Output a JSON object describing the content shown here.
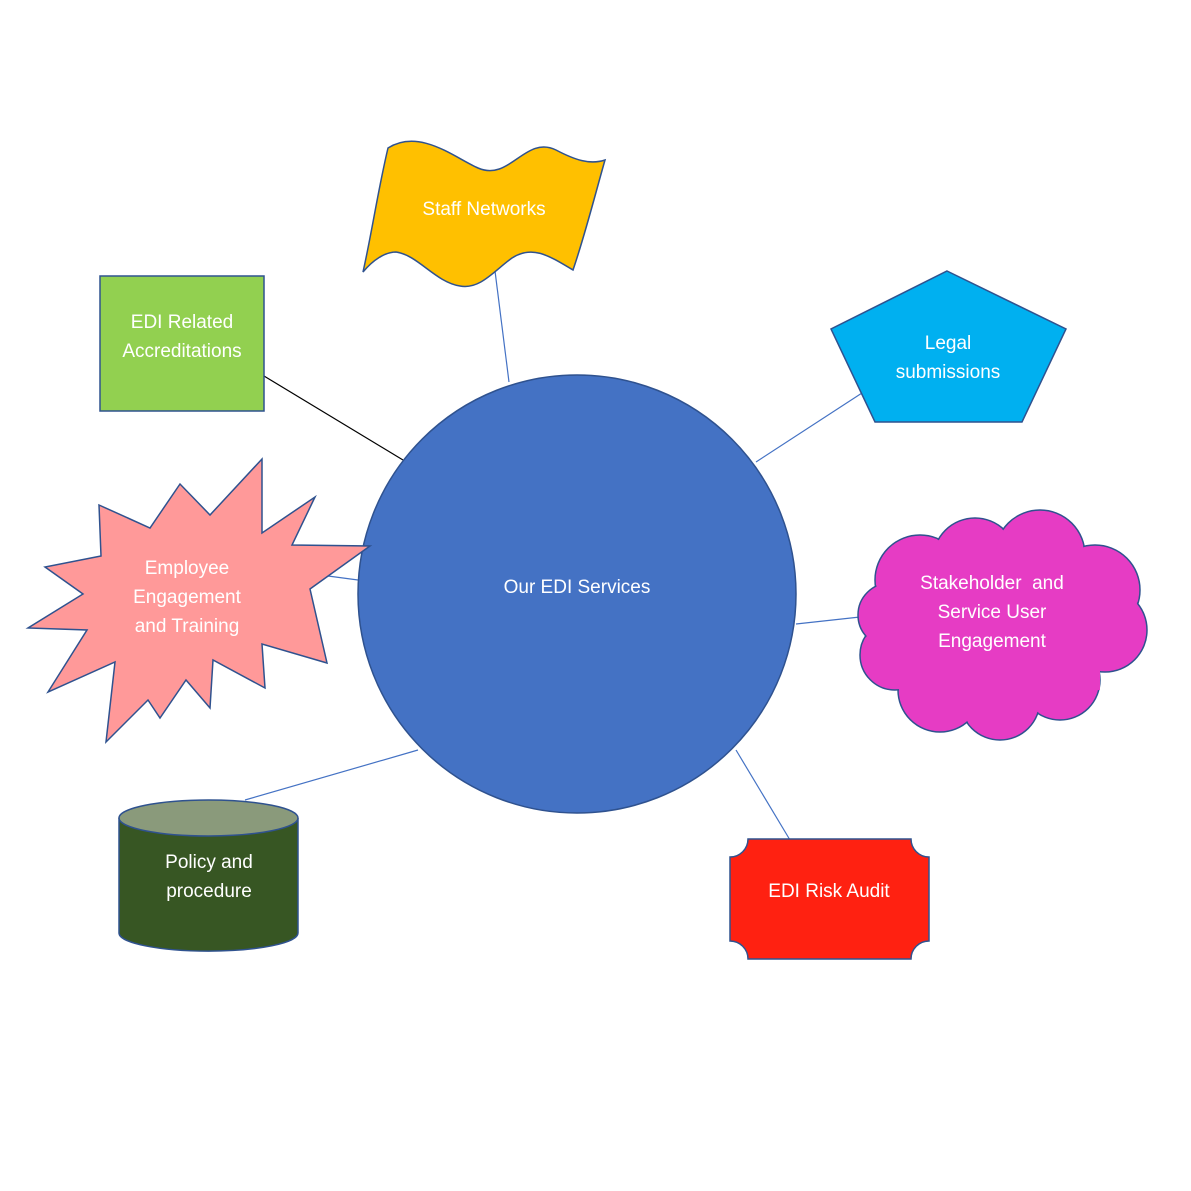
{
  "center": {
    "label": "Our EDI Services",
    "fill": "#4472C4",
    "stroke": "#2F528F"
  },
  "nodes": {
    "staff_networks": {
      "lines": [
        "Staff Networks"
      ],
      "fill": "#FFC000",
      "stroke": "#2F528F"
    },
    "edi_accreditations": {
      "lines": [
        "EDI Related",
        "Accreditations"
      ],
      "fill": "#92D050",
      "stroke": "#2F528F"
    },
    "legal_submissions": {
      "lines": [
        "Legal",
        "submissions"
      ],
      "fill": "#00B0F0",
      "stroke": "#2F528F"
    },
    "employee_engagement": {
      "lines": [
        "Employee",
        "Engagement",
        "and Training"
      ],
      "fill": "#FF9999",
      "stroke": "#2F528F"
    },
    "stakeholder_engagement": {
      "lines": [
        "Stakeholder  and",
        "Service User",
        "Engagement"
      ],
      "fill": "#E63CC4",
      "stroke": "#2F528F"
    },
    "policy_procedure": {
      "lines": [
        "Policy and",
        "procedure"
      ],
      "fill": "#375623",
      "top_fill": "#8A9A7B",
      "stroke": "#2F528F"
    },
    "edi_risk_audit": {
      "lines": [
        "EDI Risk Audit"
      ],
      "fill": "#FF2111",
      "stroke": "#2F528F"
    }
  },
  "connector_color": "#4472C4",
  "accreditation_connector_color": "#000000"
}
